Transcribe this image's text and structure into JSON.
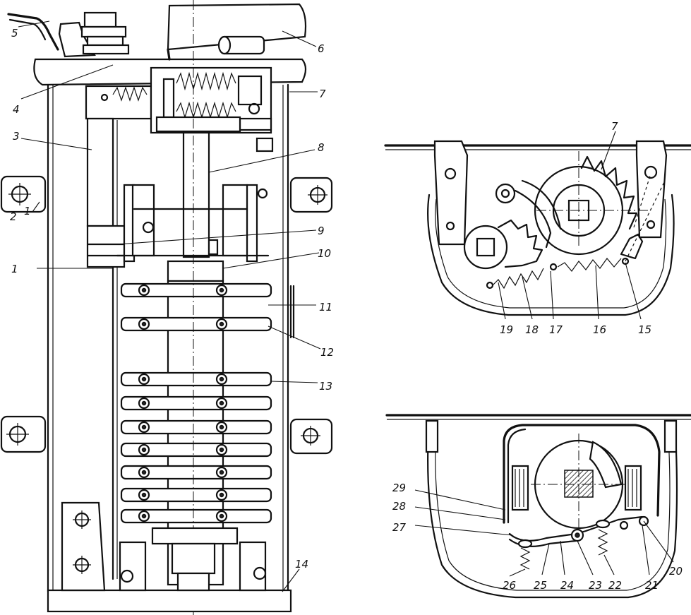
{
  "labels": {
    "l1": "1",
    "l1b": "1",
    "l2": "2",
    "l3": "3",
    "l4": "4",
    "l5": "5",
    "l6": "6",
    "l7a": "7",
    "l7b": "7",
    "l8": "8",
    "l9": "9",
    "l10": "10",
    "l11": "11",
    "l12": "12",
    "l13": "13",
    "l14": "14",
    "l15": "15",
    "l16": "16",
    "l17": "17",
    "l18": "18",
    "l19": "19",
    "l20": "20",
    "l21": "21",
    "l22": "22",
    "l23": "23",
    "l24": "24",
    "l25": "25",
    "l26": "26",
    "l27": "27",
    "l28": "28",
    "l29": "29"
  }
}
